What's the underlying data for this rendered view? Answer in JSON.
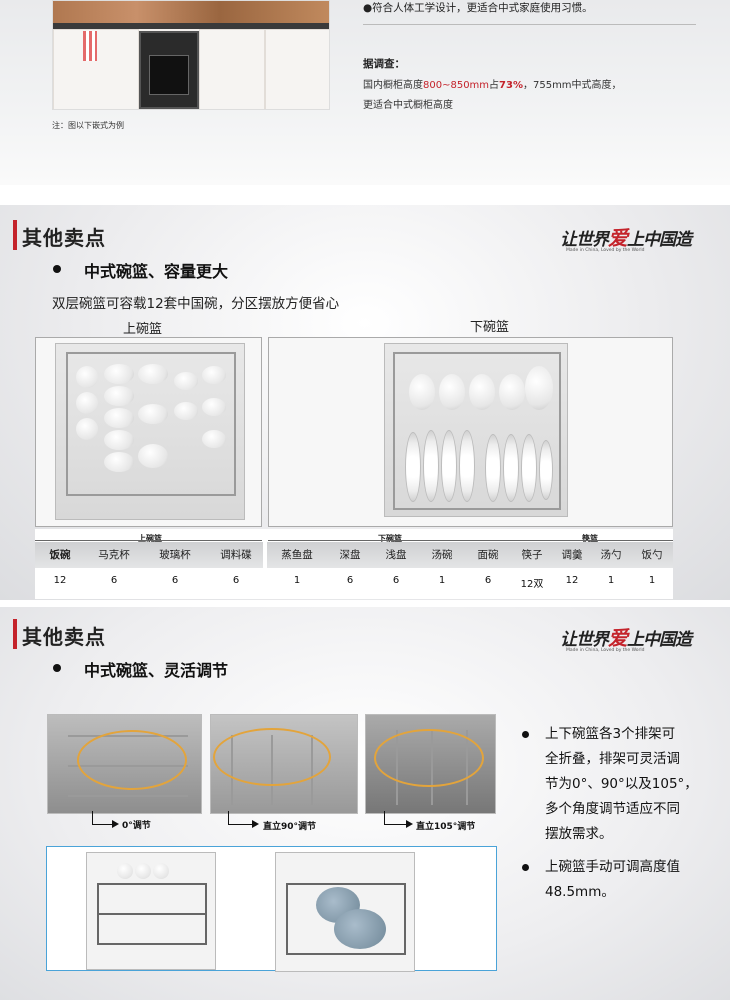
{
  "top": {
    "bullet_line": "●符合人体工学设计，更适合中式家庭使用习惯。",
    "survey_title": "据调查：",
    "survey_line1_a": "国内橱柜高度",
    "survey_line1_red1": "800~850mm",
    "survey_line1_b": "占",
    "survey_line1_red2": "73%",
    "survey_line1_c": "，755mm中式高度，",
    "survey_line2": "更适合中式橱柜高度",
    "note": "注：图以下嵌式为例"
  },
  "section1": {
    "title": "其他卖点",
    "slogan_cn_a": "让世界",
    "slogan_heart": "爱",
    "slogan_cn_b": "上中国造",
    "slogan_en": "Made in China, Loved by the World",
    "subtitle": "中式碗篮、容量更大",
    "description": "双层碗篮可容载12套中国碗，分区摆放方便省心",
    "upper_label": "上碗篮",
    "lower_label": "下碗篮",
    "table": {
      "group_upper": "上碗篮",
      "group_lower": "下碗篮",
      "group_cutlery": "筷篮",
      "headers": [
        "饭碗",
        "马克杯",
        "玻璃杯",
        "调料碟",
        "蒸鱼盘",
        "深盘",
        "浅盘",
        "汤碗",
        "面碗",
        "筷子",
        "调羹",
        "汤勺",
        "饭勺"
      ],
      "values": [
        "12",
        "6",
        "6",
        "6",
        "1",
        "6",
        "6",
        "1",
        "6",
        "12双",
        "12",
        "1",
        "1"
      ]
    }
  },
  "section2": {
    "title": "其他卖点",
    "slogan_cn_a": "让世界",
    "slogan_heart": "爱",
    "slogan_cn_b": "上中国造",
    "slogan_en": "Made in China, Loved by the World",
    "subtitle": "中式碗篮、灵活调节",
    "captions": [
      "0°调节",
      "直立90°调节",
      "直立105°调节"
    ],
    "bullets": [
      [
        "上下碗篮各3个排架可",
        "全折叠，排架可灵活调",
        "节为0°、90°以及105°，",
        "多个角度调节适应不同",
        "摆放需求。"
      ],
      [
        "上碗篮手动可调高度值",
        "48.5mm。"
      ]
    ]
  }
}
